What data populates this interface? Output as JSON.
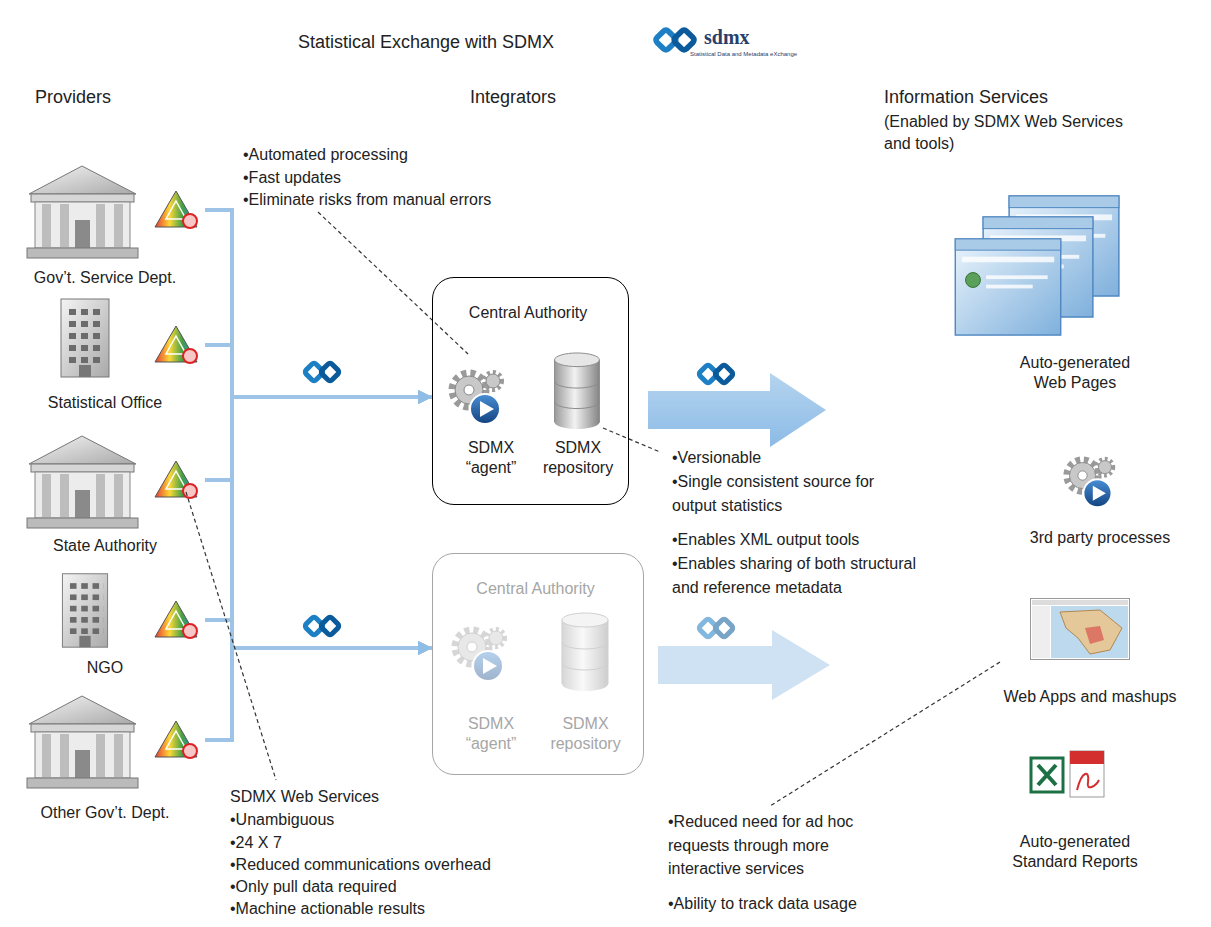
{
  "diagram": {
    "title": "Statistical Exchange with SDMX",
    "nodes": [
      {
        "text": [
          "Gov’t. Service Dept."
        ]
      },
      {
        "text": [
          "Statistical Office"
        ]
      },
      {
        "text": [
          "State Authority"
        ]
      },
      {
        "text": [
          "NGO"
        ]
      },
      {
        "text": [
          "Other Gov’t. Dept."
        ]
      },
      {
        "text": [
          "Central Authority"
        ]
      },
      {
        "text": [
          "SDMX “agent”"
        ],
        "in": 5
      },
      {
        "text": [
          "SDMX repository"
        ],
        "in": 5
      },
      {
        "text": [
          "Central Authority"
        ]
      },
      {
        "text": [
          "SDMX “agent”"
        ],
        "in": 8
      },
      {
        "text": [
          "SDMX repository"
        ],
        "in": 8
      },
      {
        "text": [
          "Auto-generated Web Pages"
        ]
      },
      {
        "text": [
          "3rd party processes"
        ]
      },
      {
        "text": [
          "Web Apps and mashups"
        ]
      },
      {
        "text": [
          "Auto-generated Standard Reports"
        ]
      }
    ],
    "edges": [
      {
        "from": 0,
        "to": 5,
        "arrow": "to"
      },
      {
        "from": 1,
        "to": 5,
        "arrow": "to"
      },
      {
        "from": 2,
        "to": 5,
        "arrow": "to"
      },
      {
        "from": 3,
        "to": 5,
        "arrow": "to"
      },
      {
        "from": 4,
        "to": 5,
        "arrow": "to"
      },
      {
        "from": 0,
        "to": 8,
        "arrow": "to"
      },
      {
        "from": 1,
        "to": 8,
        "arrow": "to"
      },
      {
        "from": 2,
        "to": 8,
        "arrow": "to"
      },
      {
        "from": 3,
        "to": 8,
        "arrow": "to"
      },
      {
        "from": 4,
        "to": 8,
        "arrow": "to"
      }
    ],
    "labels": [
      "sdmx",
      "Statistical Data and Metadata eXchange",
      "Providers",
      "Integrators",
      "Information Services",
      "(Enabled by SDMX Web Services and tools)",
      "•Automated processing",
      "•Fast updates",
      "•Eliminate risks from manual errors",
      "•Versionable",
      "•Single consistent source for output statistics",
      "•Enables XML output tools",
      "•Enables sharing of both structural and reference metadata",
      "SDMX Web Services",
      "•Unambiguous",
      "•24 X 7",
      "•Reduced communications overhead",
      "•Only pull data required",
      "•Machine actionable results",
      "•Reduced need for ad hoc requests through more interactive services",
      "•Ability to track data usage"
    ]
  }
}
